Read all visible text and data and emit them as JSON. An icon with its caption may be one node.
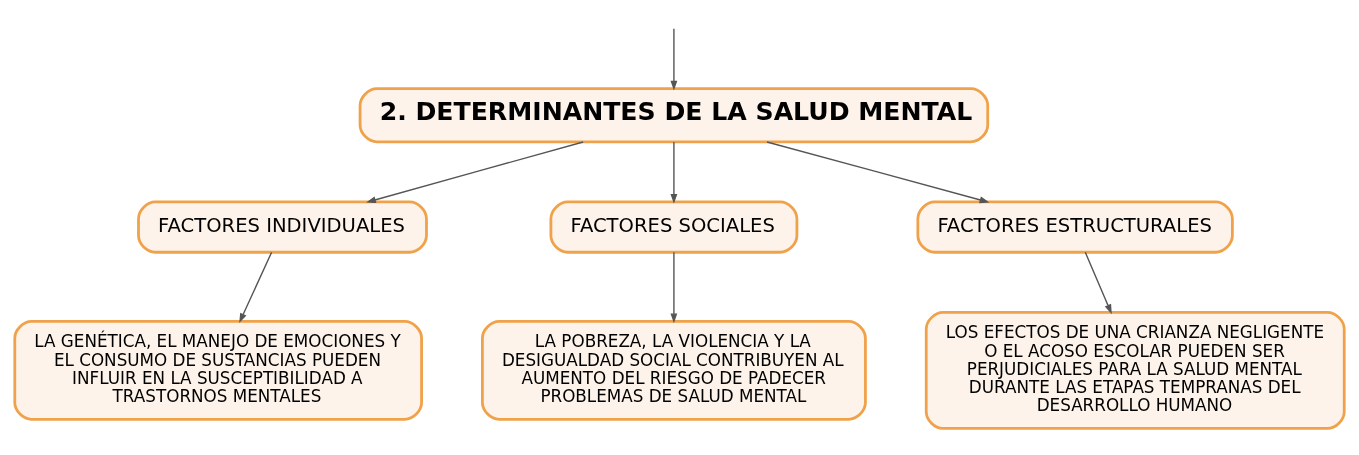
{
  "diagram": {
    "nodes": [
      {
        "text": [
          "2. DETERMINANTES DE LA SALUD MENTAL"
        ]
      },
      {
        "text": [
          "FACTORES INDIVIDUALES"
        ]
      },
      {
        "text": [
          "FACTORES SOCIALES"
        ]
      },
      {
        "text": [
          "FACTORES ESTRUCTURALES"
        ]
      },
      {
        "text": [
          "LA GENÉTICA, EL MANEJO DE EMOCIONES Y EL CONSUMO DE SUSTANCIAS PUEDEN INFLUIR EN LA SUSCEPTIBILIDAD A TRASTORNOS MENTALES"
        ]
      },
      {
        "text": [
          "LA POBREZA, LA VIOLENCIA Y LA DESIGUALDAD SOCIAL CONTRIBUYEN AL AUMENTO DEL RIESGO DE PADECER PROBLEMAS DE SALUD MENTAL"
        ]
      },
      {
        "text": [
          "LOS EFECTOS DE UNA CRIANZA NEGLIGENTE O EL ACOSO ESCOLAR PUEDEN SER PERJUDICIALES PARA LA SALUD MENTAL DURANTE LAS ETAPAS TEMPRANAS DEL DESARROLLO HUMANO"
        ]
      }
    ],
    "edges": [
      {
        "from": null,
        "to": 0,
        "arrow": "to"
      },
      {
        "from": 0,
        "to": 1,
        "arrow": "to"
      },
      {
        "from": 0,
        "to": 2,
        "arrow": "to"
      },
      {
        "from": 0,
        "to": 3,
        "arrow": "to"
      },
      {
        "from": 1,
        "to": 4,
        "arrow": "to"
      },
      {
        "from": 2,
        "to": 5,
        "arrow": "to"
      },
      {
        "from": 3,
        "to": 6,
        "arrow": "to"
      }
    ]
  }
}
